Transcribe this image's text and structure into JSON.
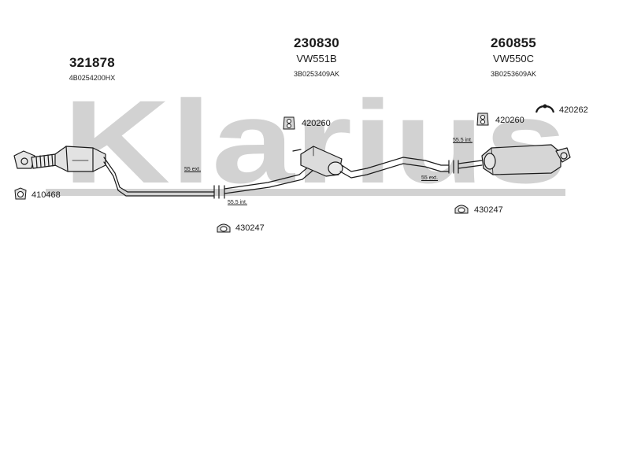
{
  "watermark": {
    "text": "Klarius",
    "color": "#cfcfcf"
  },
  "colors": {
    "line": "#1a1a1a",
    "part_fill": "#d9d9d9"
  },
  "sections": [
    {
      "part_number": "321878",
      "model": "",
      "oem": "4B0254200HX"
    },
    {
      "part_number": "230830",
      "model": "VW551B",
      "oem": "3B0253409AK"
    },
    {
      "part_number": "260855",
      "model": "VW550C",
      "oem": "3B0253609AK"
    }
  ],
  "accessories": [
    {
      "ref": "410468",
      "icon": "gasket-icon"
    },
    {
      "ref": "430247",
      "icon": "mounting-rubber-icon"
    },
    {
      "ref": "420260",
      "icon": "hanger-rubber-icon"
    },
    {
      "ref": "420260",
      "icon": "hanger-rubber-icon"
    },
    {
      "ref": "420262",
      "icon": "bracket-icon"
    },
    {
      "ref": "430247",
      "icon": "mounting-rubber-icon"
    }
  ],
  "joints": [
    {
      "label": "55 ext."
    },
    {
      "label": "55.5 int."
    },
    {
      "label": "55.5 int."
    },
    {
      "label": "55 ext."
    }
  ]
}
